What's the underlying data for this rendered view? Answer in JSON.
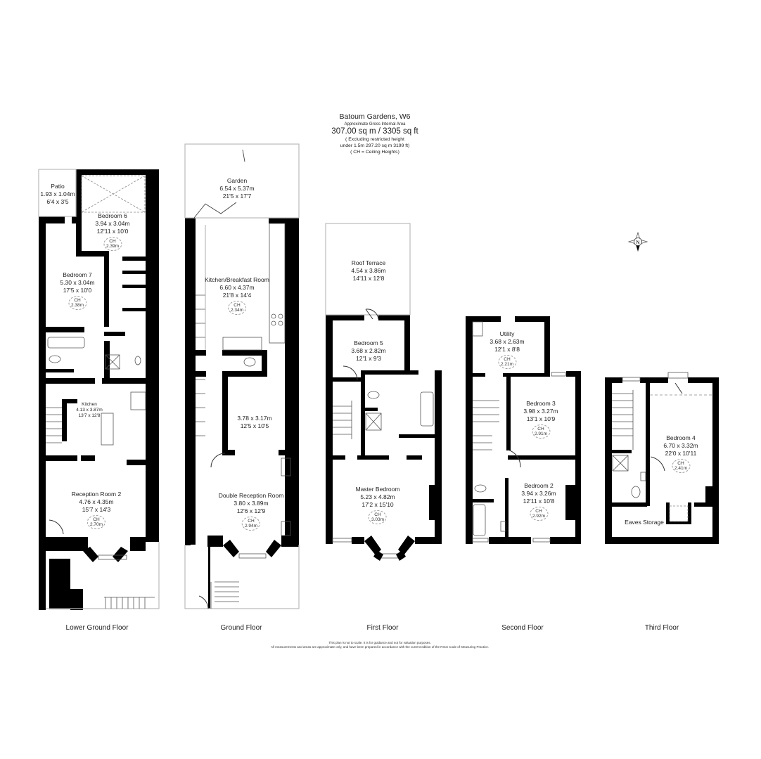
{
  "header": {
    "title": "Batoum Gardens, W6",
    "subtitle": "Approximate Gross Internal Area",
    "area": "307.00 sq m / 3305 sq ft",
    "excluding_line1": "( Excluding restricted height",
    "excluding_line2": "under 1.5m 297.20 sq m 3199 ft)",
    "ch_note": "( CH = Ceiling Heights)"
  },
  "compass": {
    "label": "N",
    "icon": "north-compass-icon"
  },
  "floors": [
    {
      "name": "Lower Ground Floor",
      "rooms": [
        {
          "name": "Patio",
          "metric": "1.93 x 1.04m",
          "imperial": "6'4 x 3'5"
        },
        {
          "name": "Bedroom 6",
          "metric": "3.94 x 3.04m",
          "imperial": "12'11 x 10'0",
          "ch": "2.39m"
        },
        {
          "name": "Bedroom 7",
          "metric": "5.30 x 3.04m",
          "imperial": "17'5 x 10'0",
          "ch": "2.38m"
        },
        {
          "name": "Kitchen",
          "metric": "4.13 x 3.87m",
          "imperial": "13'7 x 12'8"
        },
        {
          "name": "Reception Room 2",
          "metric": "4.76 x 4.35m",
          "imperial": "15'7 x 14'3",
          "ch": "2.70m"
        }
      ]
    },
    {
      "name": "Ground Floor",
      "rooms": [
        {
          "name": "Garden",
          "metric": "6.54 x 5.37m",
          "imperial": "21'5 x 17'7"
        },
        {
          "name": "Kitchen/Breakfast Room",
          "metric": "6.60 x 4.37m",
          "imperial": "21'8 x 14'4",
          "ch": "2.34m"
        },
        {
          "name": "",
          "metric": "3.78 x 3.17m",
          "imperial": "12'5 x 10'5"
        },
        {
          "name": "Double Reception Room",
          "metric": "3.80 x 3.89m",
          "imperial": "12'6 x 12'9",
          "ch": "2.94m"
        }
      ]
    },
    {
      "name": "First Floor",
      "rooms": [
        {
          "name": "Roof Terrace",
          "metric": "4.54 x 3.86m",
          "imperial": "14'11 x 12'8"
        },
        {
          "name": "Bedroom 5",
          "metric": "3.68 x 2.82m",
          "imperial": "12'1 x 9'3"
        },
        {
          "name": "Master Bedroom",
          "metric": "5.23 x 4.82m",
          "imperial": "17'2 x 15'10",
          "ch": "3.03m"
        }
      ]
    },
    {
      "name": "Second Floor",
      "rooms": [
        {
          "name": "Utility",
          "metric": "3.68 x 2.63m",
          "imperial": "12'1 x 8'8",
          "ch": "2.21m"
        },
        {
          "name": "Bedroom 3",
          "metric": "3.98 x 3.27m",
          "imperial": "13'1 x 10'9",
          "ch": "2.91m"
        },
        {
          "name": "Bedroom 2",
          "metric": "3.94 x 3.26m",
          "imperial": "12'11 x 10'8",
          "ch": "2.92m"
        }
      ]
    },
    {
      "name": "Third Floor",
      "rooms": [
        {
          "name": "Bedroom 4",
          "metric": "6.70 x 3.32m",
          "imperial": "22'0 x 10'11",
          "ch": "2.41m"
        },
        {
          "name": "Eaves Storage",
          "metric": "",
          "imperial": ""
        }
      ]
    }
  ],
  "ch_prefix": "CH",
  "disclaimer": {
    "line1": "This plan is not to scale. It is for guidance and not for valuation purposes.",
    "line2": "All measurements and areas are approximate only, and have been prepared in accordance with the current edition of the RICS Code of Measuring Practice."
  }
}
